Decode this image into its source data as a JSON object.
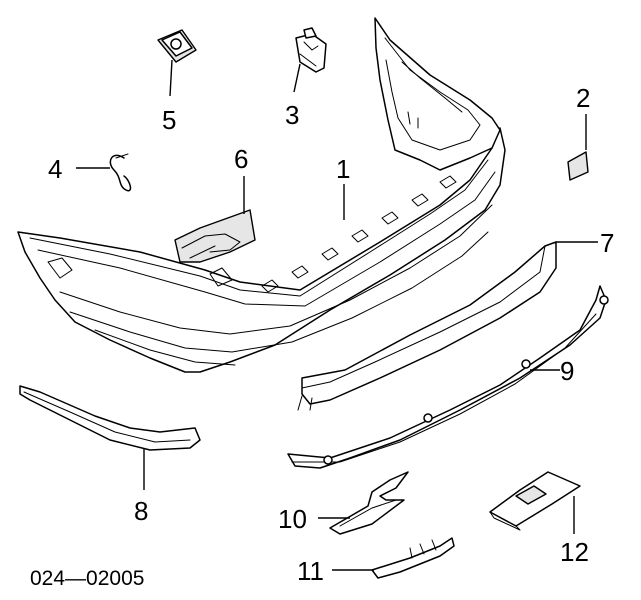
{
  "diagram": {
    "callouts": {
      "p1": "1",
      "p2": "2",
      "p3": "3",
      "p4": "4",
      "p5": "5",
      "p6": "6",
      "p7": "7",
      "p8": "8",
      "p9": "9",
      "p10": "10",
      "p11": "11",
      "p12": "12"
    },
    "caption": "024—02005"
  }
}
